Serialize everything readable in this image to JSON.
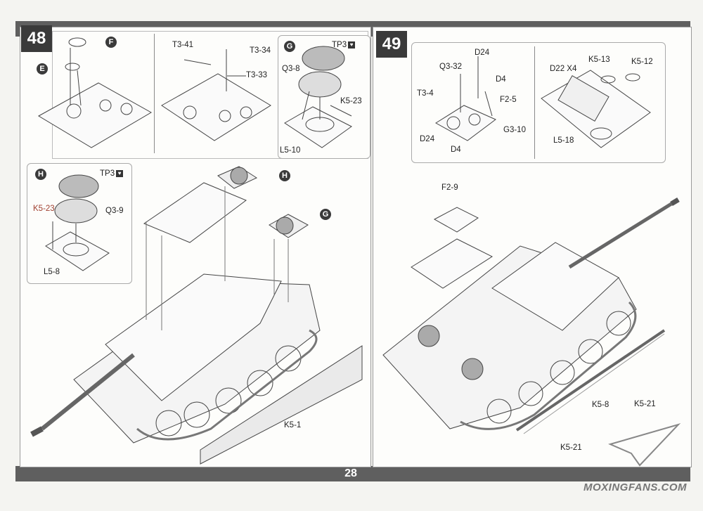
{
  "page_number": "28",
  "step_48": {
    "number": "48",
    "subassemblies": {
      "top_left": {
        "labels": [
          "F",
          "E"
        ]
      },
      "top_middle": {
        "labels": [
          "T3-41",
          "T3-34",
          "T3-33"
        ]
      },
      "top_right": {
        "circle": "G",
        "labels": [
          "TP3",
          "Q3-8",
          "K5-23",
          "L5-10"
        ]
      },
      "mid_left": {
        "circle": "H",
        "labels": [
          "TP3",
          "K5-23",
          "Q3-9",
          "L5-8"
        ]
      },
      "main": {
        "circles": [
          "H",
          "G"
        ],
        "labels": [
          "K5-1"
        ]
      }
    }
  },
  "step_49": {
    "number": "49",
    "subassemblies": {
      "top_left": {
        "labels": [
          "D24",
          "Q3-32",
          "D4",
          "T3-4",
          "F2-5",
          "D24",
          "G3-10",
          "D4"
        ]
      },
      "top_right": {
        "labels": [
          "D22 X4",
          "K5-13",
          "K5-12",
          "L5-18"
        ]
      },
      "main": {
        "labels": [
          "F2-9",
          "K5-8",
          "K5-21",
          "K5-21"
        ]
      }
    }
  },
  "watermark": "MOXINGFANS.COM"
}
